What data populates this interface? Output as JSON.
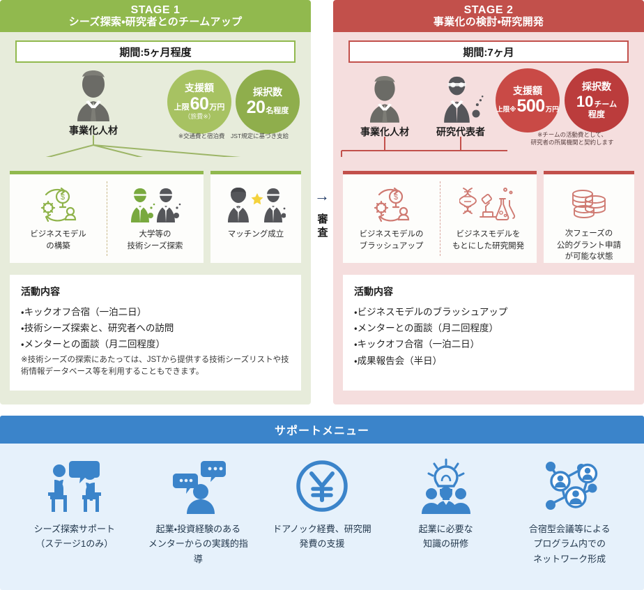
{
  "stage1": {
    "header_kicker": "STAGE 1",
    "header_sub": "シーズ探索・研究者とのチームアップ",
    "period": "期間:5ヶ月程度",
    "accent": "#91b94e",
    "panel_bg": "#e7ecdb",
    "actors": [
      {
        "name": "事業化人材",
        "icon": "businessperson-icon"
      }
    ],
    "badges": [
      {
        "title": "支援額",
        "prefix": "上限",
        "value": "60",
        "unit": "万円",
        "note": "（旅費※）",
        "icon": "funding-badge"
      },
      {
        "title": "採択数",
        "value": "20",
        "unit": "名程度",
        "icon": "slots-badge"
      }
    ],
    "badge_note": "※交通費と宿泊費　JST規定に基づき支給",
    "cards": [
      {
        "caption": "ビジネスモデル\nの構築",
        "icon": "business-model-cycle-icon"
      },
      {
        "caption": "大学等の\n技術シーズ探索",
        "icon": "two-researchers-icon"
      },
      {
        "caption": "マッチング成立",
        "icon": "matching-star-icon"
      }
    ],
    "activity_title": "活動内容",
    "activity_items": [
      "・キックオフ合宿（一泊二日）",
      "・技術シーズ探索と、研究者への訪問",
      "・メンターとの面談（月二回程度）"
    ],
    "activity_footnote": "※技術シーズの探索にあたっては、JSTから提供する技術シーズリストや技術情報データベース等を利用することもできます。"
  },
  "middle": {
    "arrow": "→",
    "label": "審査",
    "color": "#1f3864"
  },
  "stage2": {
    "header_kicker": "STAGE 2",
    "header_sub": "事業化の検討・研究開発",
    "period": "期間:7ヶ月",
    "accent": "#c2504b",
    "panel_bg": "#f5dede",
    "actors": [
      {
        "name": "事業化人材",
        "icon": "businessperson-icon"
      },
      {
        "name": "研究代表者",
        "icon": "researcher-icon"
      }
    ],
    "badges": [
      {
        "title": "支援額",
        "prefix": "上限※",
        "value": "500",
        "unit": "万円",
        "icon": "funding-badge"
      },
      {
        "title": "採択数",
        "value": "10",
        "unit": "チーム",
        "suffix": "程度",
        "icon": "slots-badge"
      }
    ],
    "badge_note": "※チームの活動費として、\n研究者の所属機関と契約します",
    "cards": [
      {
        "caption": "ビジネスモデルの\nブラッシュアップ",
        "icon": "business-model-cycle-icon"
      },
      {
        "caption": "ビジネスモデルを\nもとにした研究開発",
        "icon": "lab-research-icon"
      },
      {
        "caption": "次フェーズの\n公的グラント申請\nが可能な状態",
        "icon": "coins-stack-icon"
      }
    ],
    "activity_title": "活動内容",
    "activity_items": [
      "・ビジネスモデルのブラッシュアップ",
      "・メンターとの面談（月二回程度）",
      "・キックオフ合宿（一泊二日）",
      "・成果報告会（半日）"
    ]
  },
  "support": {
    "title": "サポートメニュー",
    "accent": "#3b84ca",
    "panel_bg": "#e6f1fb",
    "items": [
      {
        "caption": "シーズ探索サポート\n（ステージ1のみ）",
        "icon": "two-people-talking-icon"
      },
      {
        "caption": "起業・投資経験のある\nメンターからの実践的指\n導",
        "icon": "mentor-chat-icon"
      },
      {
        "caption": "ドアノック経費、研究開\n発費の支援",
        "icon": "yen-coin-icon"
      },
      {
        "caption": "起業に必要な\n知識の研修",
        "icon": "lightbulb-training-icon"
      },
      {
        "caption": "合宿型会議等による\nプログラム内での\nネットワーク形成",
        "icon": "network-people-icon"
      }
    ]
  }
}
